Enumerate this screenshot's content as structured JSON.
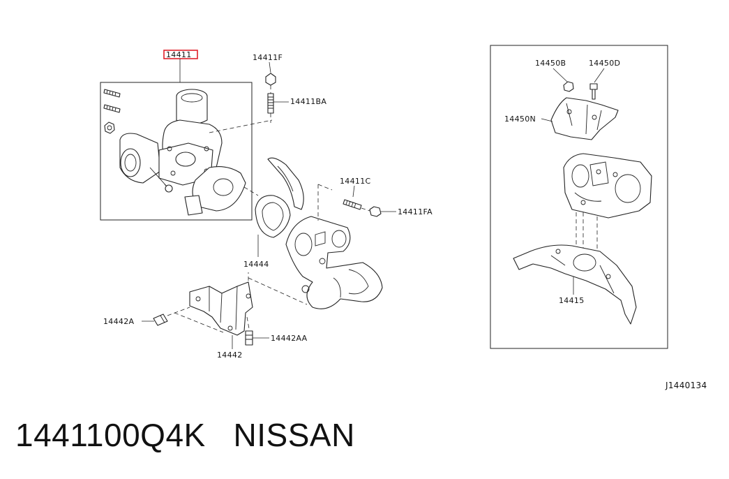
{
  "labels": {
    "p14411": "14411",
    "p14411F": "14411F",
    "p14411BA": "14411BA",
    "p14411C": "14411C",
    "p14411FA": "14411FA",
    "p14444": "14444",
    "p14442A": "14442A",
    "p14442AA": "14442AA",
    "p14442": "14442",
    "p14450B": "14450B",
    "p14450D": "14450D",
    "p14450N": "14450N",
    "p14415": "14415"
  },
  "diagram_code": "J1440134",
  "caption": "1441100Q4K   NISSAN",
  "colors": {
    "highlight": "#e0202a",
    "line": "#222222"
  }
}
